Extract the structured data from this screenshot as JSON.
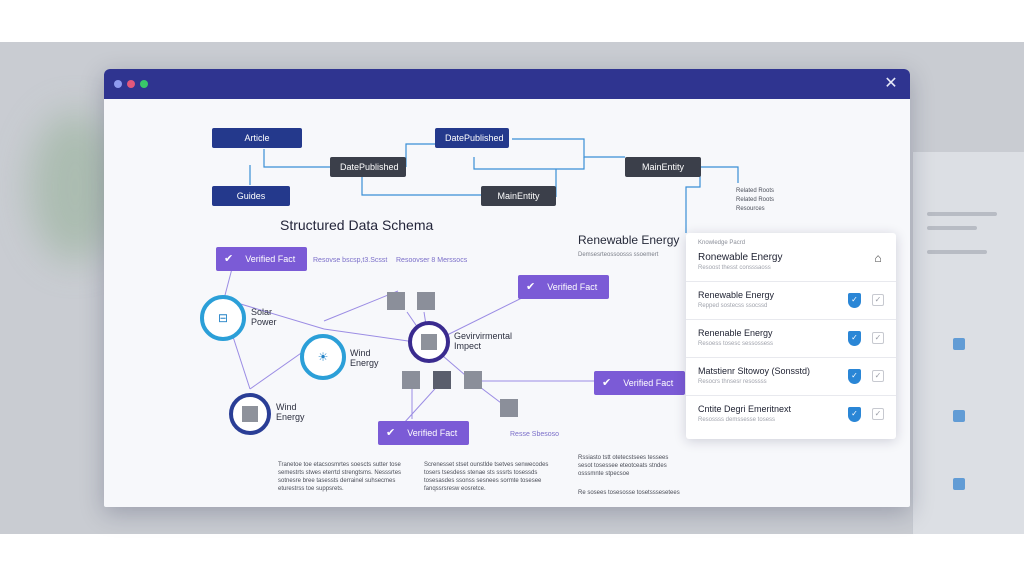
{
  "colors": {
    "titlebar": "#2f3490",
    "node_blue": "#24398c",
    "node_dark": "#3b3f4a",
    "badge": "#7b5bd6",
    "link": "#3a8fd6",
    "shield": "#2a86d6",
    "bg": "#f7f8fb"
  },
  "window": {
    "close_icon": "close-icon"
  },
  "diagram": {
    "title": "Structured Data Schema",
    "nodes": {
      "article": "Article",
      "datepublished_top": "DatePublished",
      "datepublished_mid": "DatePublished",
      "mainentity_right": "MainEntity",
      "guides": "Guides",
      "mainentity_mid": "MainEntity"
    },
    "side_note": [
      "Related Roots",
      "Related Roots",
      "Resources"
    ],
    "tiny_notes": {
      "left": "Resovse bscsp,t3.Scsst",
      "right": "Resoovser 8 Merssocs",
      "bottom": "Resse Sbesoso"
    }
  },
  "graph": {
    "badges": [
      "Verified Fact",
      "Verified Fact",
      "Verified Fact",
      "Verified Fact"
    ],
    "entities": {
      "solar": "Solar Power",
      "wind1": "Wind Energy",
      "wind2": "Wind Energy",
      "env": "Gevirvirmental Impect"
    }
  },
  "article": {
    "title": "Renewable Energy",
    "subtitle": "Demsesrteossoosss ssoemert"
  },
  "knowledge_panel": {
    "caption": "Knowledge Pacrd",
    "title": "Ronewable Energy",
    "subtitle": "Resoost thesst consssaoss",
    "rows": [
      {
        "label": "Renewable Energy",
        "sub": "Repped sostecss ssocssd"
      },
      {
        "label": "Renenable Energy",
        "sub": "Resoess tosesc sessossess"
      },
      {
        "label": "Matstienr Sltowoy (Sonsstd)",
        "sub": "Resocrs thnsesr resossss"
      },
      {
        "label": "Cntite Degri Emeritnext",
        "sub": "Resossss demssesse tosess"
      }
    ]
  },
  "body_text": [
    "Tranetoe toe etacsosmrtes soescts sutter tose semestrts stwes eterrtd strengtsms. Nesssrtes sotnesre bree tasessts derrainel suhsecmes eturestrss toe suppsrets.",
    "Screnesset stset ounstlde tsetves senwecodes tosers tsesdess stenae sts sssrts tosessds tosesasdes ssonss sesnees sormte tosesee fanqssrsresw eosretce.",
    "Rssiasto tstt otetecstsees tessees sesot tosessee eteotceats stndes osssmnte stpecsoe",
    "Re sosees tosesosse tosetsssesetees"
  ]
}
